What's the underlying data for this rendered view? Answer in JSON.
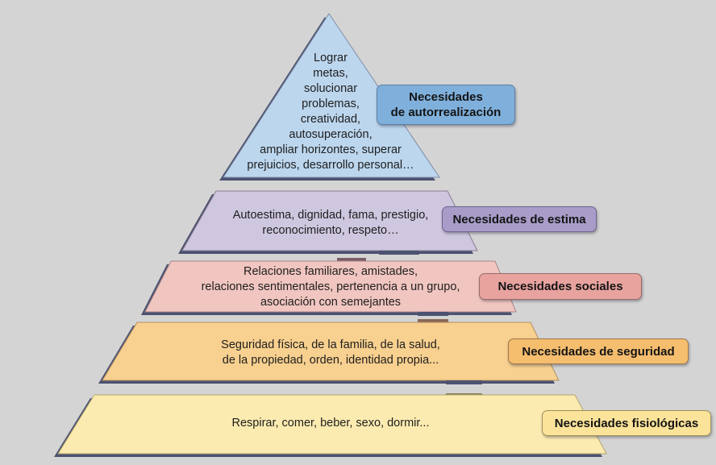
{
  "diagram": {
    "type": "pyramid",
    "levels": [
      {
        "name": "Necesidades\nde autorrealización",
        "description": "Lograr\nmetas,\nsolucionar\nproblemas,\ncreatividad,\nautosuperación,\nampliar horizontes, superar\nprejuicios, desarrollo personal…",
        "fill": "#bcd6ee",
        "label_fill": "#7fb0dc",
        "label_border": "#5e7fa4"
      },
      {
        "name": "Necesidades de estima",
        "description": "Autoestima, dignidad, fama, prestigio,\nreconocimiento, respeto…",
        "fill": "#cfc7df",
        "label_fill": "#a99cc9",
        "label_border": "#6d6590"
      },
      {
        "name": "Necesidades sociales",
        "description": "Relaciones familiares, amistades,\nrelaciones sentimentales, pertenencia a un grupo,\nasociación con semejantes",
        "fill": "#f1c6c0",
        "label_fill": "#e8a39f",
        "label_border": "#9a6b6b"
      },
      {
        "name": "Necesidades de seguridad",
        "description": "Seguridad física, de la familia, de la salud,\nde la propiedad, orden, identidad propia...",
        "fill": "#f8d08f",
        "label_fill": "#f5bd6e",
        "label_border": "#9c7a4c"
      },
      {
        "name": "Necesidades fisiológicas",
        "description": "Respirar, comer, beber, sexo, dormir...",
        "fill": "#fcebb0",
        "label_fill": "#fbe39a",
        "label_border": "#a0915c"
      }
    ],
    "colors": {
      "background": "#d4d4d4",
      "shadow": "#4c5270",
      "outline": "#8a8a8a"
    }
  }
}
